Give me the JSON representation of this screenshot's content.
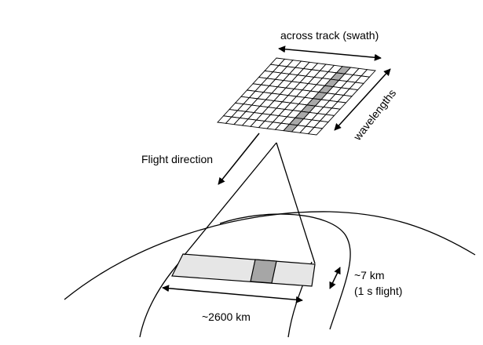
{
  "labels": {
    "across_track": "across track (swath)",
    "wavelengths": "wavelengths",
    "flight_direction": "Flight direction",
    "footprint_length": "~7 km",
    "footprint_duration": "(1 s flight)",
    "swath_width": "~2600 km"
  },
  "detector": {
    "rows": 10,
    "cols": 12,
    "highlight_col": 8,
    "colors": {
      "cell": "#ffffff",
      "highlight": "#a9a9a9",
      "border": "#000000"
    }
  },
  "footprint": {
    "colors": {
      "strip": "#e6e6e6",
      "pixel": "#a6a6a6"
    }
  }
}
